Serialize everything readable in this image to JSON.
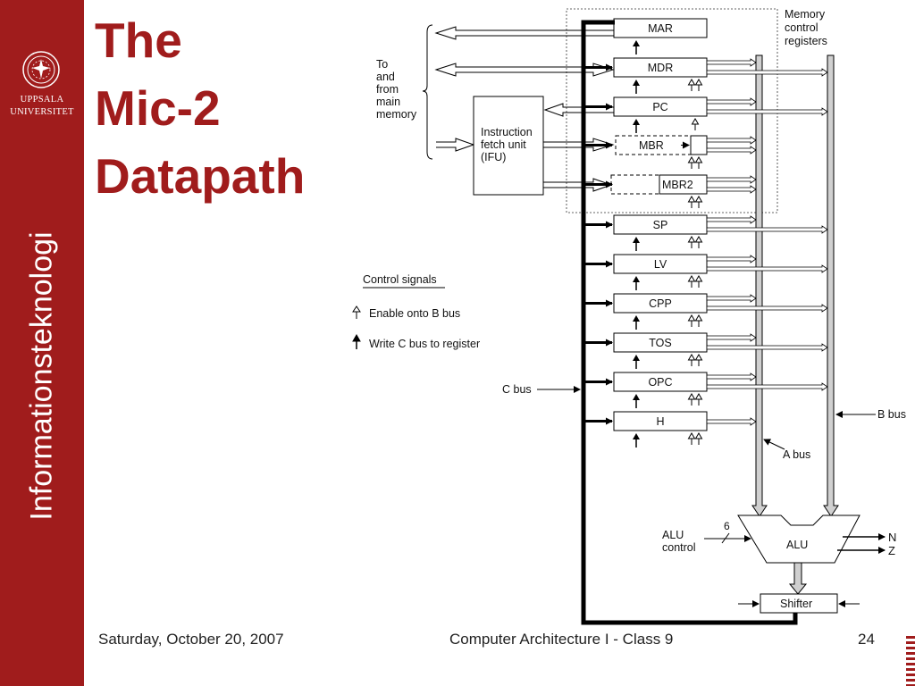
{
  "sidebar": {
    "university_line1": "UPPSALA",
    "university_line2": "UNIVERSITET",
    "department": "Informationsteknologi",
    "seal_icon": "uppsala-university-seal-icon",
    "color": "#a01c1c"
  },
  "slide": {
    "title_lines": [
      "The",
      "Mic-2",
      "Datapath"
    ],
    "title_color": "#a01c1c"
  },
  "diagram": {
    "registers": [
      "MAR",
      "MDR",
      "PC",
      "MBR",
      "MBR2",
      "SP",
      "LV",
      "CPP",
      "TOS",
      "OPC",
      "H"
    ],
    "memory_group_label": [
      "Memory",
      "control",
      "registers"
    ],
    "memory_label": [
      "To",
      "and",
      "from",
      "main",
      "memory"
    ],
    "ifu_label": [
      "Instruction",
      "fetch unit",
      "(IFU)"
    ],
    "legend": {
      "title": "Control signals",
      "enable": "Enable onto B bus",
      "write": "Write C bus to register"
    },
    "bus_labels": {
      "c_bus": "C bus",
      "b_bus": "B bus",
      "a_bus": "A bus"
    },
    "alu": {
      "label": "ALU",
      "control_label": [
        "ALU",
        "control"
      ],
      "control_width": "6",
      "out_n": "N",
      "out_z": "Z"
    },
    "shifter": "Shifter"
  },
  "footer": {
    "date": "Saturday, October 20, 2007",
    "course": "Computer Architecture I - Class 9",
    "page": "24"
  }
}
